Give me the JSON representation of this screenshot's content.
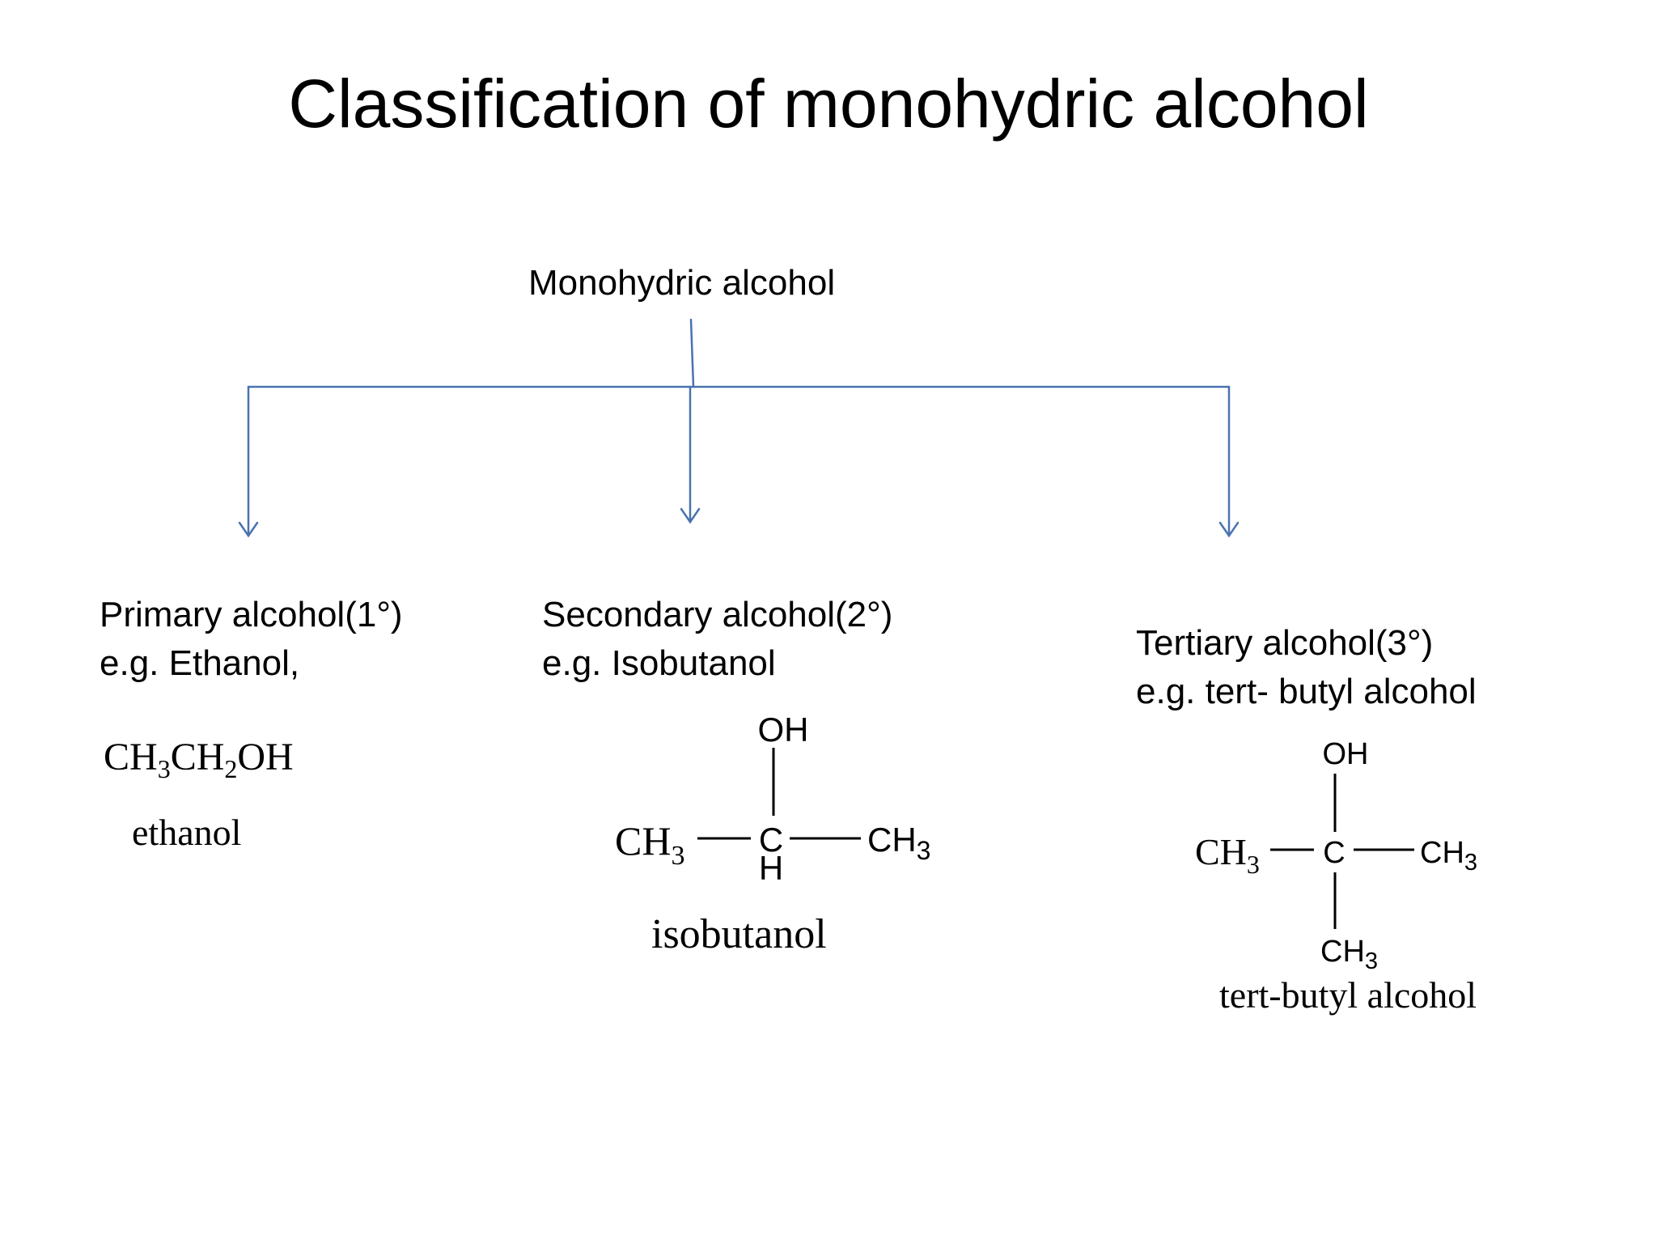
{
  "title": "Classification of monohydric alcohol",
  "root": "Monohydric alcohol",
  "categories": [
    {
      "line1": "Primary alcohol(1°)",
      "line2": "e.g.  Ethanol,"
    },
    {
      "line1": "Secondary alcohol(2°)",
      "line2": "e.g. Isobutanol"
    },
    {
      "line1": "Tertiary alcohol(3°)",
      "line2": "e.g. tert- butyl  alcohol"
    }
  ],
  "ethanol": {
    "formula_parts": [
      "CH",
      "3",
      "CH",
      "2",
      "OH"
    ],
    "name": "ethanol"
  },
  "isobutanol": {
    "top": "OH",
    "left": "CH",
    "left_sub": "3",
    "center": "C",
    "right": "CH",
    "right_sub": "3",
    "bottom": "H",
    "name": "isobutanol"
  },
  "tert_butyl": {
    "top": "OH",
    "left": "CH",
    "left_sub": "3",
    "center": "C",
    "right": "CH",
    "right_sub": "3",
    "bottom": "CH",
    "bottom_sub": "3",
    "name": "tert-butyl alcohol"
  },
  "colors": {
    "connector": "#4a72b0",
    "text": "#000000"
  }
}
